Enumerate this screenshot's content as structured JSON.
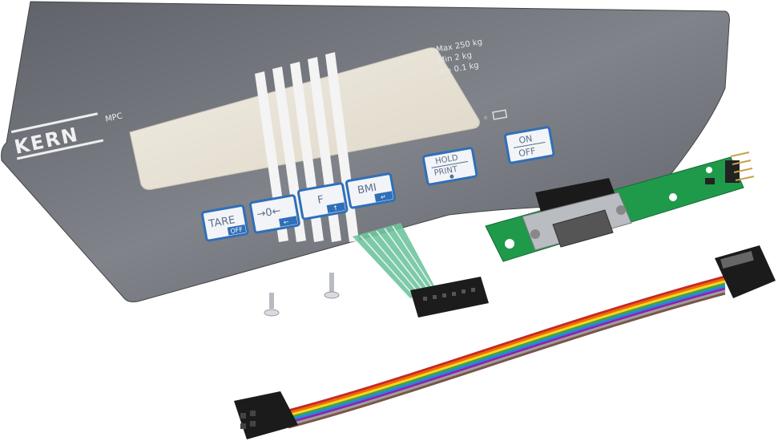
{
  "membrane": {
    "brand": "KERN",
    "model": "MPC",
    "specs": [
      "Max 250 kg",
      "Min 2 kg",
      "e=  0.1 kg"
    ],
    "keys": [
      {
        "label": "TARE",
        "sub": "OFF"
      },
      {
        "label": "→0←",
        "sub": "←"
      },
      {
        "label": "F",
        "sub": "↑"
      },
      {
        "label": "BMI",
        "sub": "↵"
      },
      {
        "label": "HOLD",
        "sub": "PRINT"
      },
      {
        "label": "ON",
        "sub": "OFF"
      }
    ]
  },
  "colors": {
    "membrane": "#6e7178",
    "display_window": "#e9e3d6",
    "key_border": "#2f6fb8",
    "pcb": "#1f9a4a",
    "ribbon": "#4fb58a"
  }
}
